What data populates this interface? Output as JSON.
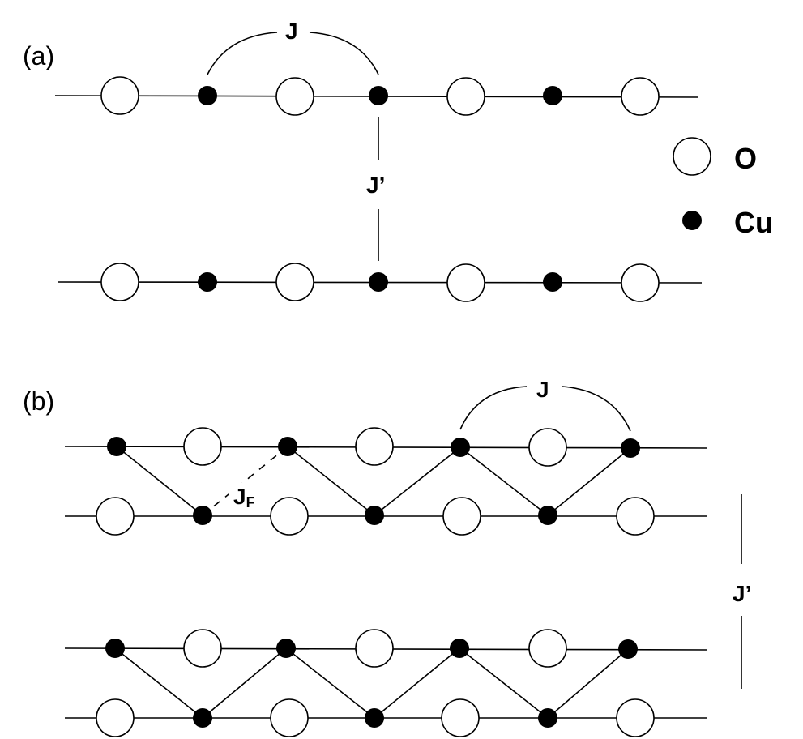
{
  "panel_a": {
    "label": "(a)",
    "coupling_J": "J",
    "coupling_Jprime": "J’"
  },
  "panel_b": {
    "label": "(b)",
    "coupling_J": "J",
    "coupling_JF_main": "J",
    "coupling_JF_sub": "F",
    "coupling_Jprime": "J’"
  },
  "legend": {
    "items": [
      {
        "symbol": "open-circle",
        "label": "O"
      },
      {
        "symbol": "filled-dot",
        "label": "Cu"
      }
    ]
  }
}
